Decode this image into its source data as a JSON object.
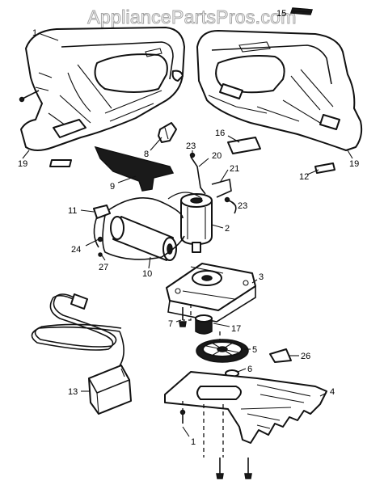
{
  "watermark": "AppliancePartsPros.com",
  "callouts": [
    {
      "id": "c1-top",
      "text": "1"
    },
    {
      "id": "c15",
      "text": "15"
    },
    {
      "id": "c19-left",
      "text": "19"
    },
    {
      "id": "c19-right",
      "text": "19"
    },
    {
      "id": "c8",
      "text": "8"
    },
    {
      "id": "c16",
      "text": "16"
    },
    {
      "id": "c12",
      "text": "12"
    },
    {
      "id": "c9",
      "text": "9"
    },
    {
      "id": "c23-a",
      "text": "23"
    },
    {
      "id": "c20",
      "text": "20"
    },
    {
      "id": "c21",
      "text": "21"
    },
    {
      "id": "c23-b",
      "text": "23"
    },
    {
      "id": "c11",
      "text": "11"
    },
    {
      "id": "c2",
      "text": "2"
    },
    {
      "id": "c24",
      "text": "24"
    },
    {
      "id": "c27",
      "text": "27"
    },
    {
      "id": "c10",
      "text": "10"
    },
    {
      "id": "c3",
      "text": "3"
    },
    {
      "id": "c17",
      "text": "17"
    },
    {
      "id": "c7",
      "text": "7"
    },
    {
      "id": "c5",
      "text": "5"
    },
    {
      "id": "c26",
      "text": "26"
    },
    {
      "id": "c6",
      "text": "6"
    },
    {
      "id": "c4",
      "text": "4"
    },
    {
      "id": "c13",
      "text": "13"
    },
    {
      "id": "c1-bottom",
      "text": "1"
    }
  ]
}
